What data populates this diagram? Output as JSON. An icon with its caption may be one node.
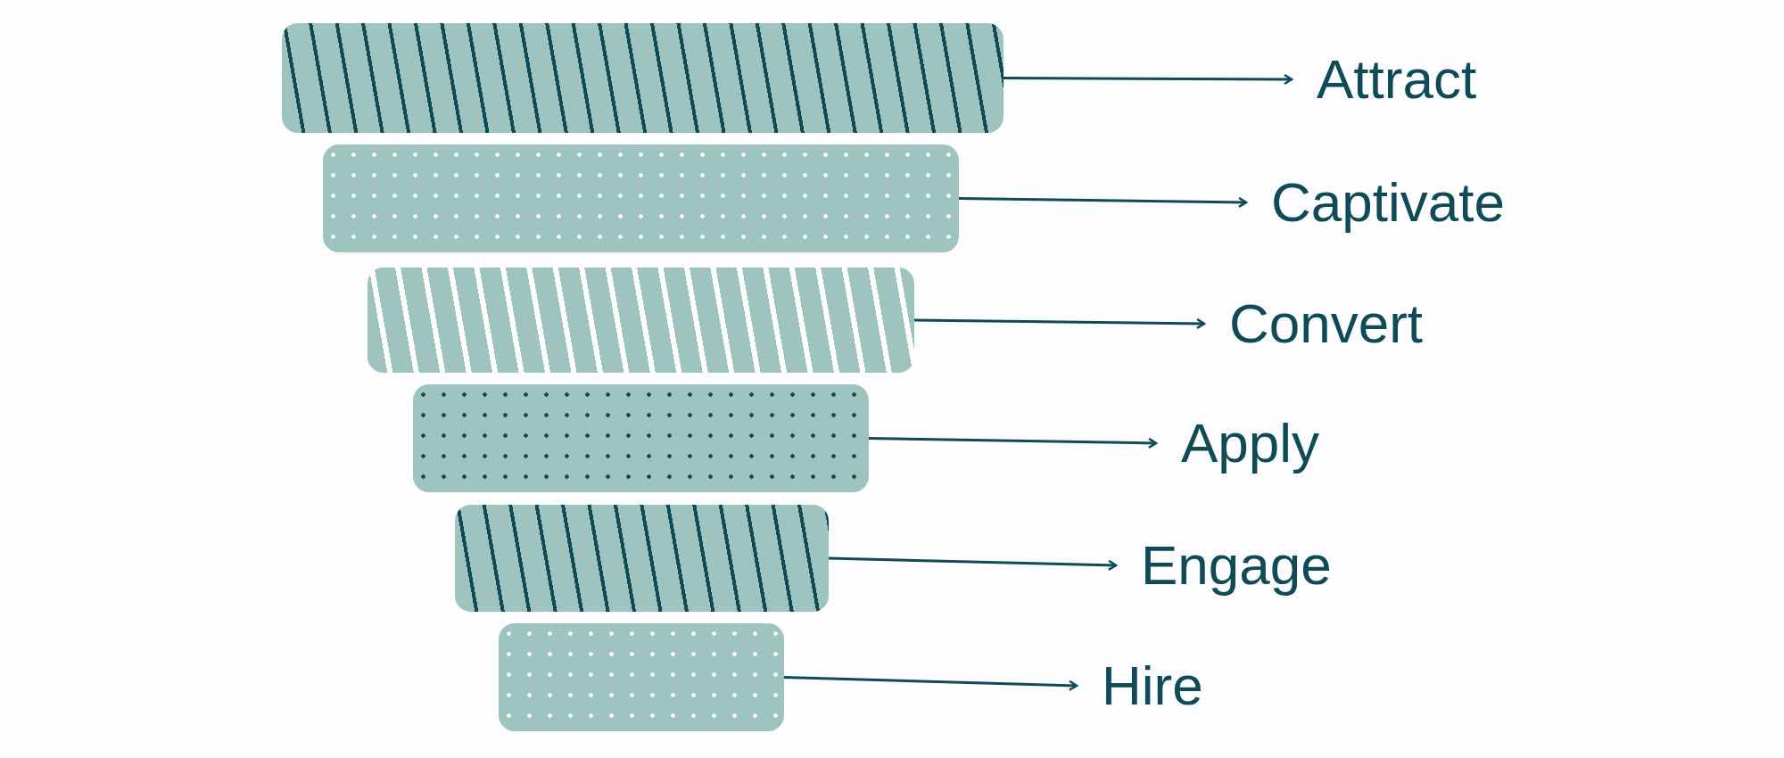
{
  "diagram": {
    "nodes": [
      {
        "text": [],
        "shape": "bar"
      },
      {
        "text": [
          "Attract"
        ]
      },
      {
        "text": [],
        "shape": "bar"
      },
      {
        "text": [
          "Captivate"
        ]
      },
      {
        "text": [],
        "shape": "bar"
      },
      {
        "text": [
          "Convert"
        ]
      },
      {
        "text": [],
        "shape": "bar"
      },
      {
        "text": [
          "Apply"
        ]
      },
      {
        "text": [],
        "shape": "bar"
      },
      {
        "text": [
          "Engage"
        ]
      },
      {
        "text": [],
        "shape": "bar"
      },
      {
        "text": [
          "Hire"
        ]
      }
    ],
    "edges": [
      {
        "from": 0,
        "to": 1,
        "arrow": "to"
      },
      {
        "from": 2,
        "to": 3,
        "arrow": "to"
      },
      {
        "from": 4,
        "to": 5,
        "arrow": "to"
      },
      {
        "from": 6,
        "to": 7,
        "arrow": "to"
      },
      {
        "from": 8,
        "to": 9,
        "arrow": "to"
      },
      {
        "from": 10,
        "to": 11,
        "arrow": "to"
      }
    ]
  }
}
